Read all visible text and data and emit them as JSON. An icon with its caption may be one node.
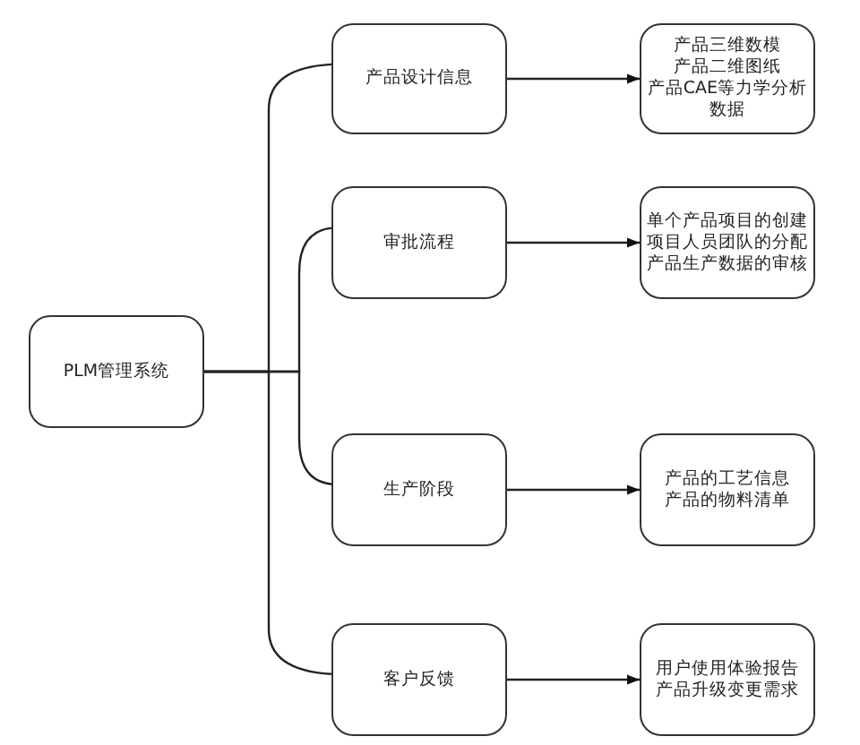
{
  "diagram": {
    "nodes": [
      {
        "text": [
          "PLM管理系统"
        ]
      },
      {
        "text": [
          "产品设计信息"
        ]
      },
      {
        "text": [
          "审批流程"
        ]
      },
      {
        "text": [
          "生产阶段"
        ]
      },
      {
        "text": [
          "客户反馈"
        ]
      },
      {
        "text": [
          "产品三维数模",
          "产品二维图纸",
          "产品CAE等力学分析数据"
        ]
      },
      {
        "text": [
          "单个产品项目的创建",
          "项目人员团队的分配",
          "产品生产数据的审核"
        ]
      },
      {
        "text": [
          "产品的工艺信息",
          "产品的物料清单"
        ]
      },
      {
        "text": [
          "用户使用体验报告",
          "产品升级变更需求"
        ]
      }
    ],
    "edges": [
      {
        "from": 0,
        "to": 1,
        "arrow": "none"
      },
      {
        "from": 0,
        "to": 2,
        "arrow": "none"
      },
      {
        "from": 0,
        "to": 3,
        "arrow": "none"
      },
      {
        "from": 0,
        "to": 4,
        "arrow": "none"
      },
      {
        "from": 1,
        "to": 5,
        "arrow": "to"
      },
      {
        "from": 2,
        "to": 6,
        "arrow": "to"
      },
      {
        "from": 3,
        "to": 7,
        "arrow": "to"
      },
      {
        "from": 4,
        "to": 8,
        "arrow": "to"
      }
    ]
  }
}
